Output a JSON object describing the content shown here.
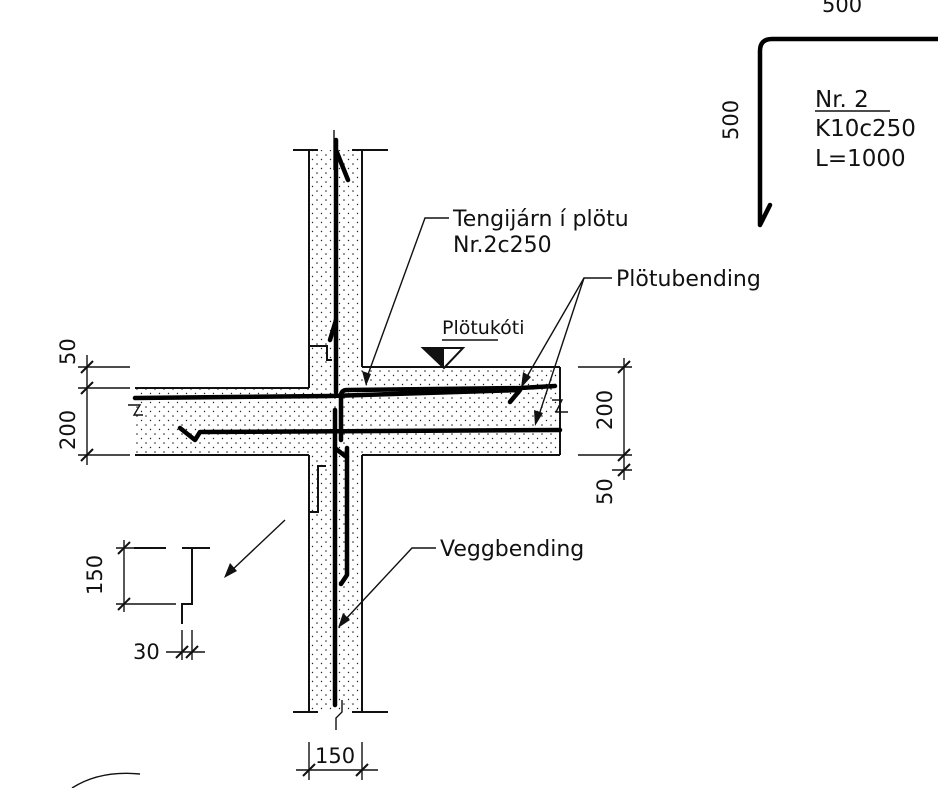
{
  "bar_schedule": {
    "dim_top": "500",
    "dim_side": "500",
    "bar_number": "Nr. 2",
    "bar_spec": "K10c250",
    "bar_length": "L=1000"
  },
  "labels": {
    "tie_bars_line1": "Tengijárn í plötu",
    "tie_bars_line2": "Nr.2c250",
    "slab_reinforcement": "Plötubending",
    "slab_level": "Plötukóti",
    "wall_reinforcement": "Veggbending"
  },
  "dimensions": {
    "left_upper": "50",
    "left_slab": "200",
    "right_slab": "200",
    "right_lower": "50",
    "detail_height": "150",
    "detail_step": "30",
    "wall_thickness": "150"
  }
}
